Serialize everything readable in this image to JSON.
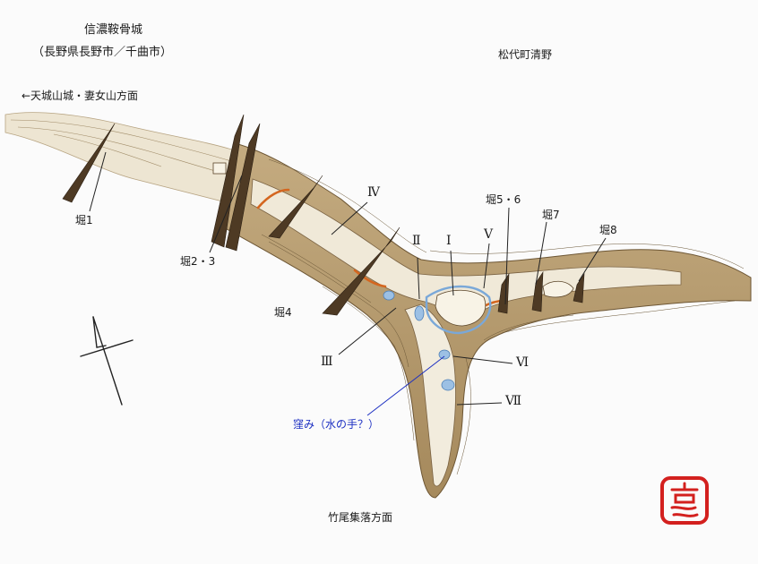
{
  "title": "信濃鞍骨城",
  "subtitle": "（長野県長野市／千曲市）",
  "direction_labels": {
    "northwest": "←天城山城・妻女山方面",
    "north": "松代町清野",
    "south": "竹尾集落方面"
  },
  "moats": {
    "m1": "堀1",
    "m23": "堀2・3",
    "m4": "堀4",
    "m56": "堀5・6",
    "m7": "堀7",
    "m8": "堀8"
  },
  "enclosures": {
    "e1": "Ⅰ",
    "e2": "Ⅱ",
    "e3": "Ⅲ",
    "e4": "Ⅳ",
    "e5": "Ⅴ",
    "e6": "Ⅵ",
    "e7": "Ⅶ"
  },
  "annotation": "窪み（水の手？）",
  "colors": {
    "ink": "#1a1a1a",
    "terrain_light": "#e6dcc2",
    "terrain_dark": "#9c7e52",
    "moat_dark": "#4e3a24",
    "accent_orange": "#d4661f",
    "water_blue": "#7aa8d8",
    "annotation_blue": "#1c2fc2",
    "seal_red": "#d3201e"
  },
  "icons": [
    "north-arrow-icon",
    "seal-stamp-icon"
  ]
}
